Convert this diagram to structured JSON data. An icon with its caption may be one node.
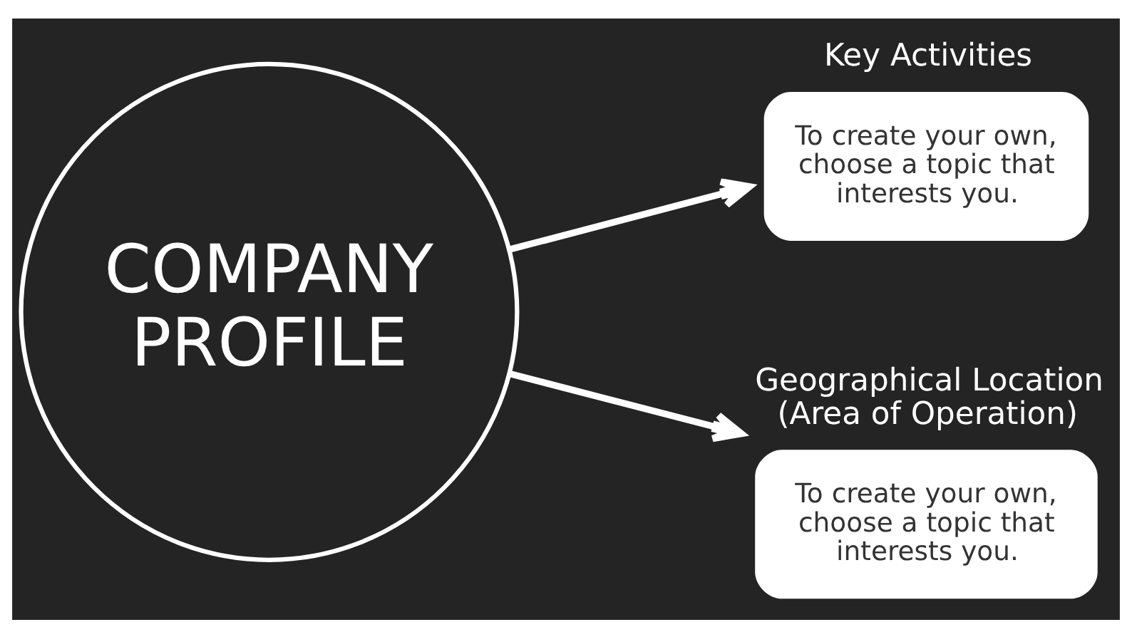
{
  "diagram": {
    "nodes": [
      {
        "text": [
          "COMPANY PROFILE"
        ]
      },
      {
        "text": [
          "Key Activities",
          "To create your own, choose a topic that interests you."
        ]
      },
      {
        "text": [
          "Geographical Location (Area of Operation)",
          "To create your own, choose a topic that interests you."
        ]
      }
    ],
    "edges": [
      {
        "from": 0,
        "to": 1,
        "arrow": "to"
      },
      {
        "from": 0,
        "to": 2,
        "arrow": "to"
      }
    ]
  }
}
